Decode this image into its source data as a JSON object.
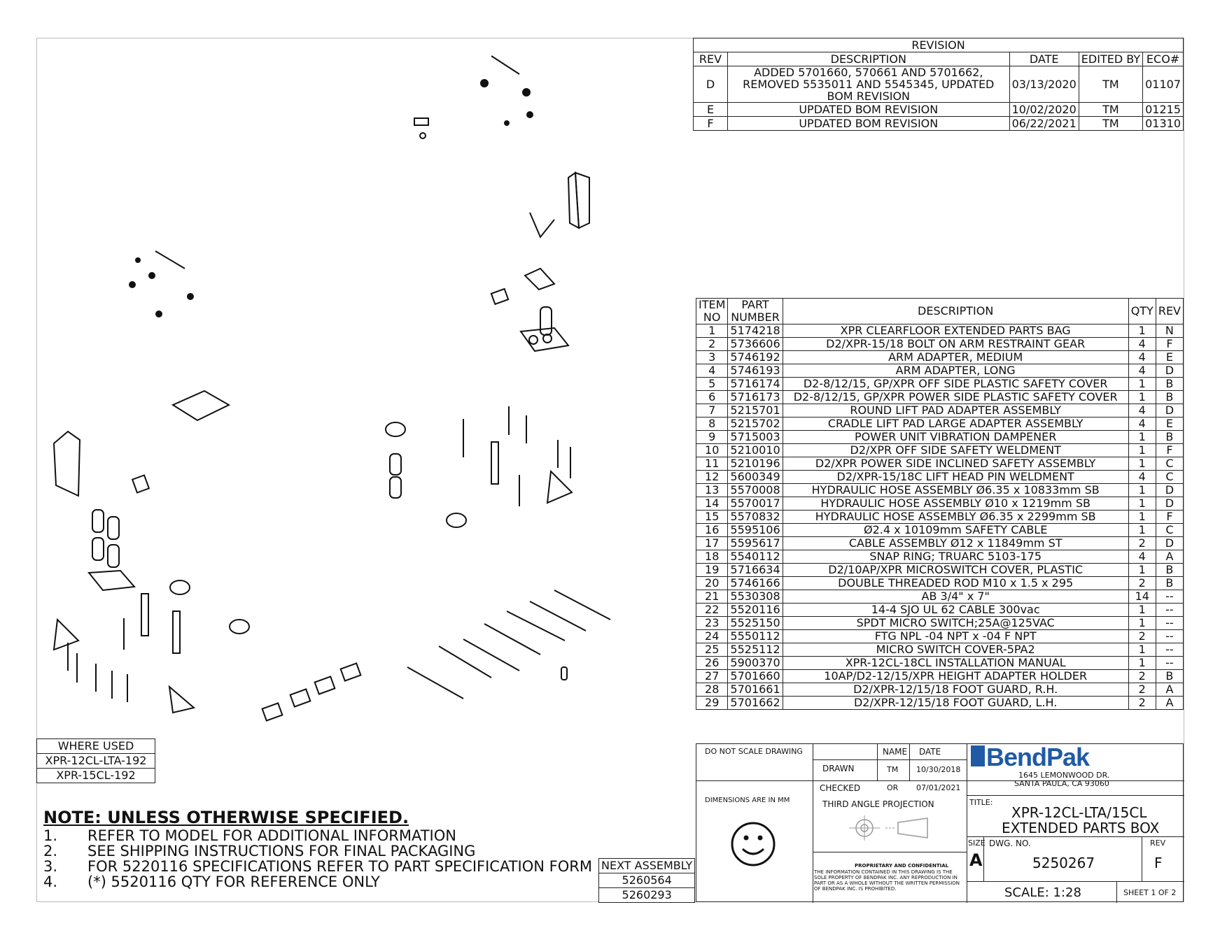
{
  "revision": {
    "title": "REVISION",
    "headers": [
      "REV",
      "DESCRIPTION",
      "DATE",
      "EDITED BY",
      "ECO#"
    ],
    "rows": [
      {
        "rev": "D",
        "description": "ADDED 5701660, 570661 AND 5701662, REMOVED 5535011 AND 5545345, UPDATED BOM REVISION",
        "date": "03/13/2020",
        "edited_by": "TM",
        "eco": "01107"
      },
      {
        "rev": "E",
        "description": "UPDATED BOM REVISION",
        "date": "10/02/2020",
        "edited_by": "TM",
        "eco": "01215"
      },
      {
        "rev": "F",
        "description": "UPDATED BOM REVISION",
        "date": "06/22/2021",
        "edited_by": "TM",
        "eco": "01310"
      }
    ]
  },
  "bom": {
    "headers": {
      "item_no": "ITEM NO",
      "part_number": "PART NUMBER",
      "description": "DESCRIPTION",
      "qty": "QTY",
      "rev": "REV"
    },
    "rows": [
      [
        "1",
        "5174218",
        "XPR CLEARFLOOR EXTENDED PARTS BAG",
        "1",
        "N"
      ],
      [
        "2",
        "5736606",
        "D2/XPR-15/18 BOLT ON ARM RESTRAINT GEAR",
        "4",
        "F"
      ],
      [
        "3",
        "5746192",
        "ARM ADAPTER, MEDIUM",
        "4",
        "E"
      ],
      [
        "4",
        "5746193",
        "ARM ADAPTER, LONG",
        "4",
        "D"
      ],
      [
        "5",
        "5716174",
        "D2-8/12/15, GP/XPR OFF SIDE PLASTIC SAFETY COVER",
        "1",
        "B"
      ],
      [
        "6",
        "5716173",
        "D2-8/12/15, GP/XPR POWER SIDE PLASTIC SAFETY COVER",
        "1",
        "B"
      ],
      [
        "7",
        "5215701",
        "ROUND LIFT PAD ADAPTER ASSEMBLY",
        "4",
        "D"
      ],
      [
        "8",
        "5215702",
        "CRADLE LIFT PAD LARGE ADAPTER ASSEMBLY",
        "4",
        "E"
      ],
      [
        "9",
        "5715003",
        "POWER UNIT VIBRATION DAMPENER",
        "1",
        "B"
      ],
      [
        "10",
        "5210010",
        "D2/XPR OFF SIDE SAFETY WELDMENT",
        "1",
        "F"
      ],
      [
        "11",
        "5210196",
        "D2/XPR POWER SIDE INCLINED SAFETY ASSEMBLY",
        "1",
        "C"
      ],
      [
        "12",
        "5600349",
        "D2/XPR-15/18C LIFT HEAD PIN WELDMENT",
        "4",
        "C"
      ],
      [
        "13",
        "5570008",
        "HYDRAULIC HOSE ASSEMBLY Ø6.35 x 10833mm SB",
        "1",
        "D"
      ],
      [
        "14",
        "5570017",
        "HYDRAULIC HOSE ASSEMBLY Ø10 x 1219mm SB",
        "1",
        "D"
      ],
      [
        "15",
        "5570832",
        "HYDRAULIC HOSE ASSEMBLY Ø6.35 x 2299mm SB",
        "1",
        "F"
      ],
      [
        "16",
        "5595106",
        "Ø2.4 x 10109mm SAFETY CABLE",
        "1",
        "C"
      ],
      [
        "17",
        "5595617",
        "CABLE ASSEMBLY Ø12 x 11849mm ST",
        "2",
        "D"
      ],
      [
        "18",
        "5540112",
        "SNAP RING; TRUARC 5103-175",
        "4",
        "A"
      ],
      [
        "19",
        "5716634",
        "D2/10AP/XPR MICROSWITCH COVER, PLASTIC",
        "1",
        "B"
      ],
      [
        "20",
        "5746166",
        "DOUBLE THREADED ROD M10 x 1.5 x 295",
        "2",
        "B"
      ],
      [
        "21",
        "5530308",
        "AB 3/4\" x 7\"",
        "14",
        "--"
      ],
      [
        "22",
        "5520116",
        "14-4 SJO UL 62 CABLE 300vac",
        "1",
        "--"
      ],
      [
        "23",
        "5525150",
        "SPDT MICRO SWITCH;25A@125VAC",
        "1",
        "--"
      ],
      [
        "24",
        "5550112",
        "FTG NPL -04 NPT x -04 F NPT",
        "2",
        "--"
      ],
      [
        "25",
        "5525112",
        "MICRO SWITCH COVER-5PA2",
        "1",
        "--"
      ],
      [
        "26",
        "5900370",
        "XPR-12CL-18CL INSTALLATION MANUAL",
        "1",
        "--"
      ],
      [
        "27",
        "5701660",
        "10AP/D2-12/15/XPR HEIGHT ADAPTER HOLDER",
        "2",
        "B"
      ],
      [
        "28",
        "5701661",
        "D2/XPR-12/15/18 FOOT GUARD, R.H.",
        "2",
        "A"
      ],
      [
        "29",
        "5701662",
        "D2/XPR-12/15/18 FOOT GUARD, L.H.",
        "2",
        "A"
      ]
    ]
  },
  "where_used": {
    "title": "WHERE USED",
    "items": [
      "XPR-12CL-LTA-192",
      "XPR-15CL-192"
    ]
  },
  "next_assembly": {
    "title": "NEXT ASSEMBLY",
    "items": [
      "5260564",
      "5260293"
    ]
  },
  "notes": {
    "title": "NOTE: UNLESS OTHERWISE SPECIFIED",
    "items": [
      {
        "num": "1.",
        "text": "REFER TO MODEL FOR ADDITIONAL INFORMATION"
      },
      {
        "num": "2.",
        "text": "SEE SHIPPING INSTRUCTIONS FOR FINAL PACKAGING"
      },
      {
        "num": "3.",
        "text": "FOR 5220116 SPECIFICATIONS REFER TO PART SPECIFICATION FORM"
      },
      {
        "num": "4.",
        "text": "(*) 5520116 QTY FOR REFERENCE ONLY"
      }
    ]
  },
  "title_block": {
    "do_not_scale": "DO NOT SCALE DRAWING",
    "name_label": "NAME",
    "date_label": "DATE",
    "drawn_label": "DRAWN",
    "drawn_name": "TM",
    "drawn_date": "10/30/2018",
    "checked_label": "CHECKED",
    "checked_name": "OR",
    "checked_date": "07/01/2021",
    "dimensions": "DIMENSIONS ARE IN MM",
    "projection": "THIRD ANGLE PROJECTION",
    "proprietary_title": "PROPRIETARY AND CONFIDENTIAL",
    "proprietary_text": "THE INFORMATION CONTAINED IN THIS DRAWING IS THE SOLE PROPERTY OF BENDPAK INC. ANY REPRODUCTION IN PART OR AS A WHOLE WITHOUT THE WRITTEN PERMISSION OF BENDPAK INC. IS PROHIBITED.",
    "logo_text": "BendPak",
    "address_1": "1645 LEMONWOOD DR.",
    "address_2": "SANTA PAULA, CA 93060",
    "title_label": "TITLE:",
    "title_1": "XPR-12CL-LTA/15CL",
    "title_2": "EXTENDED PARTS BOX",
    "size_label": "SIZE",
    "size": "A",
    "dwg_label": "DWG. NO.",
    "dwg_no": "5250267",
    "rev_label": "REV",
    "rev": "F",
    "scale": "SCALE: 1:28",
    "sheet": "SHEET 1 OF 2"
  }
}
